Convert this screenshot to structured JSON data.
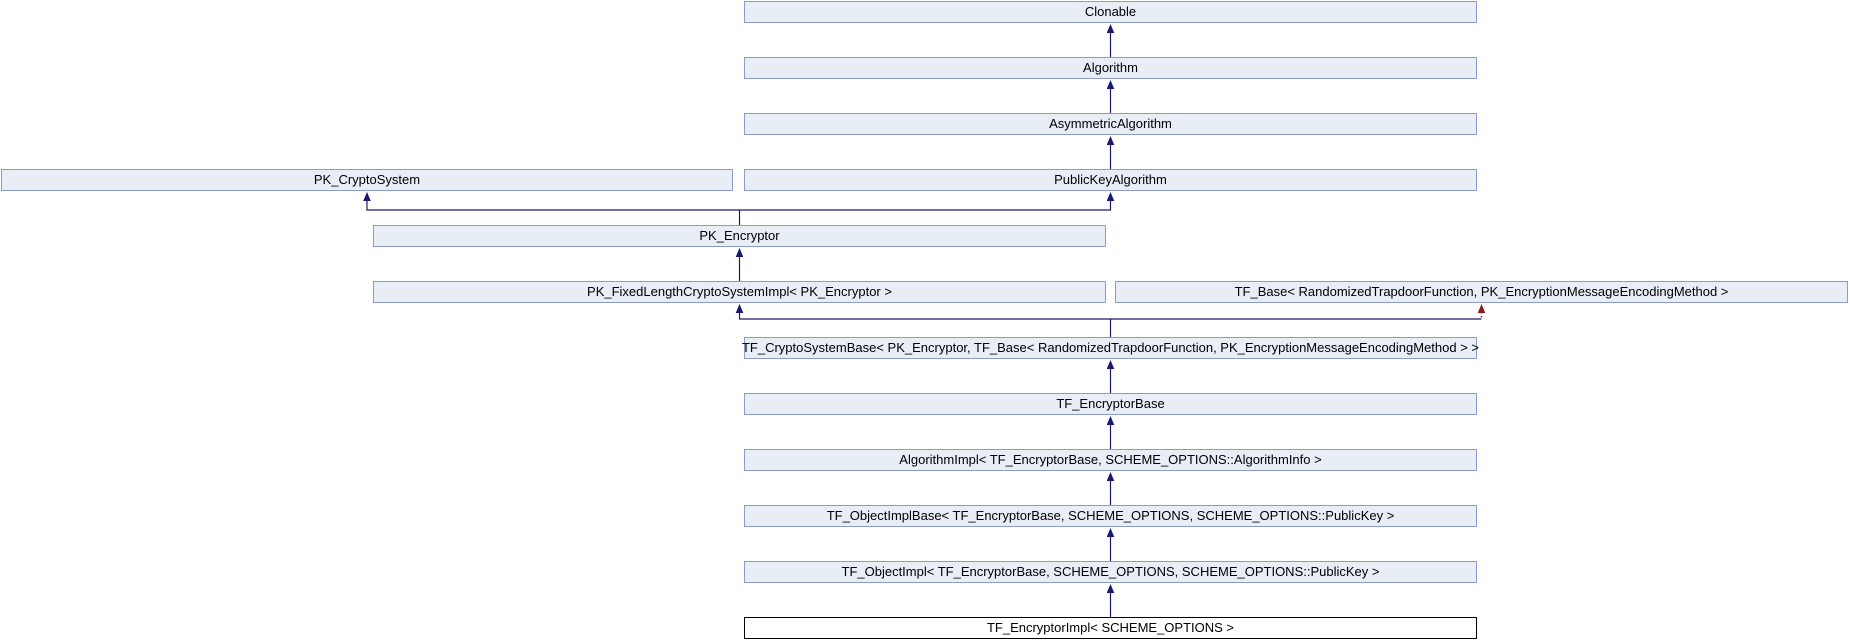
{
  "diagram": {
    "kind": "class-inheritance-graph",
    "focus_class": "TF_EncryptorImpl< SCHEME_OPTIONS >"
  },
  "colors": {
    "background": "#ffffff",
    "node_fill": "#e8edf6",
    "node_border": "#8c9bc4",
    "main_node_fill": "#ffffff",
    "main_node_border": "#000000",
    "edge_public": "#191970",
    "edge_private": "#8b1a1a",
    "text": "#000000"
  },
  "nodes": {
    "clonable": {
      "label": "Clonable"
    },
    "algorithm": {
      "label": "Algorithm"
    },
    "asymmetric_algorithm": {
      "label": "AsymmetricAlgorithm"
    },
    "pk_cryptosystem": {
      "label": "PK_CryptoSystem"
    },
    "publickey_algorithm": {
      "label": "PublicKeyAlgorithm"
    },
    "pk_encryptor": {
      "label": "PK_Encryptor"
    },
    "pk_fixedlength_cryptosystemimpl": {
      "label": "PK_FixedLengthCryptoSystemImpl< PK_Encryptor >"
    },
    "tf_base": {
      "label": "TF_Base< RandomizedTrapdoorFunction, PK_EncryptionMessageEncodingMethod >"
    },
    "tf_cryptosystembase": {
      "label": "TF_CryptoSystemBase< PK_Encryptor, TF_Base< RandomizedTrapdoorFunction, PK_EncryptionMessageEncodingMethod > >"
    },
    "tf_encryptorbase": {
      "label": "TF_EncryptorBase"
    },
    "algorithmimpl": {
      "label": "AlgorithmImpl< TF_EncryptorBase, SCHEME_OPTIONS::AlgorithmInfo >"
    },
    "tf_objectimplbase": {
      "label": "TF_ObjectImplBase< TF_EncryptorBase, SCHEME_OPTIONS, SCHEME_OPTIONS::PublicKey >"
    },
    "tf_objectimpl": {
      "label": "TF_ObjectImpl< TF_EncryptorBase, SCHEME_OPTIONS, SCHEME_OPTIONS::PublicKey >"
    },
    "tf_encryptorimpl": {
      "label": "TF_EncryptorImpl< SCHEME_OPTIONS >"
    }
  },
  "edges": [
    {
      "from": "Algorithm",
      "to": "Clonable",
      "style": "solid-blue"
    },
    {
      "from": "AsymmetricAlgorithm",
      "to": "Algorithm",
      "style": "solid-blue"
    },
    {
      "from": "PublicKeyAlgorithm",
      "to": "AsymmetricAlgorithm",
      "style": "solid-blue"
    },
    {
      "from": "PK_Encryptor",
      "to": "PK_CryptoSystem",
      "style": "solid-blue"
    },
    {
      "from": "PK_Encryptor",
      "to": "PublicKeyAlgorithm",
      "style": "solid-blue"
    },
    {
      "from": "PK_FixedLengthCryptoSystemImpl< PK_Encryptor >",
      "to": "PK_Encryptor",
      "style": "solid-blue"
    },
    {
      "from": "TF_CryptoSystemBase< PK_Encryptor, TF_Base< RandomizedTrapdoorFunction, PK_EncryptionMessageEncodingMethod > >",
      "to": "PK_FixedLengthCryptoSystemImpl< PK_Encryptor >",
      "style": "solid-blue"
    },
    {
      "from": "TF_CryptoSystemBase< PK_Encryptor, TF_Base< RandomizedTrapdoorFunction, PK_EncryptionMessageEncodingMethod > >",
      "to": "TF_Base< RandomizedTrapdoorFunction, PK_EncryptionMessageEncodingMethod >",
      "style": "dotted-red"
    },
    {
      "from": "TF_EncryptorBase",
      "to": "TF_CryptoSystemBase< PK_Encryptor, TF_Base< RandomizedTrapdoorFunction, PK_EncryptionMessageEncodingMethod > >",
      "style": "solid-blue"
    },
    {
      "from": "AlgorithmImpl< TF_EncryptorBase, SCHEME_OPTIONS::AlgorithmInfo >",
      "to": "TF_EncryptorBase",
      "style": "solid-blue"
    },
    {
      "from": "TF_ObjectImplBase< TF_EncryptorBase, SCHEME_OPTIONS, SCHEME_OPTIONS::PublicKey >",
      "to": "AlgorithmImpl< TF_EncryptorBase, SCHEME_OPTIONS::AlgorithmInfo >",
      "style": "solid-blue"
    },
    {
      "from": "TF_ObjectImpl< TF_EncryptorBase, SCHEME_OPTIONS, SCHEME_OPTIONS::PublicKey >",
      "to": "TF_ObjectImplBase< TF_EncryptorBase, SCHEME_OPTIONS, SCHEME_OPTIONS::PublicKey >",
      "style": "solid-blue"
    },
    {
      "from": "TF_EncryptorImpl< SCHEME_OPTIONS >",
      "to": "TF_ObjectImpl< TF_EncryptorBase, SCHEME_OPTIONS, SCHEME_OPTIONS::PublicKey >",
      "style": "solid-blue"
    }
  ]
}
